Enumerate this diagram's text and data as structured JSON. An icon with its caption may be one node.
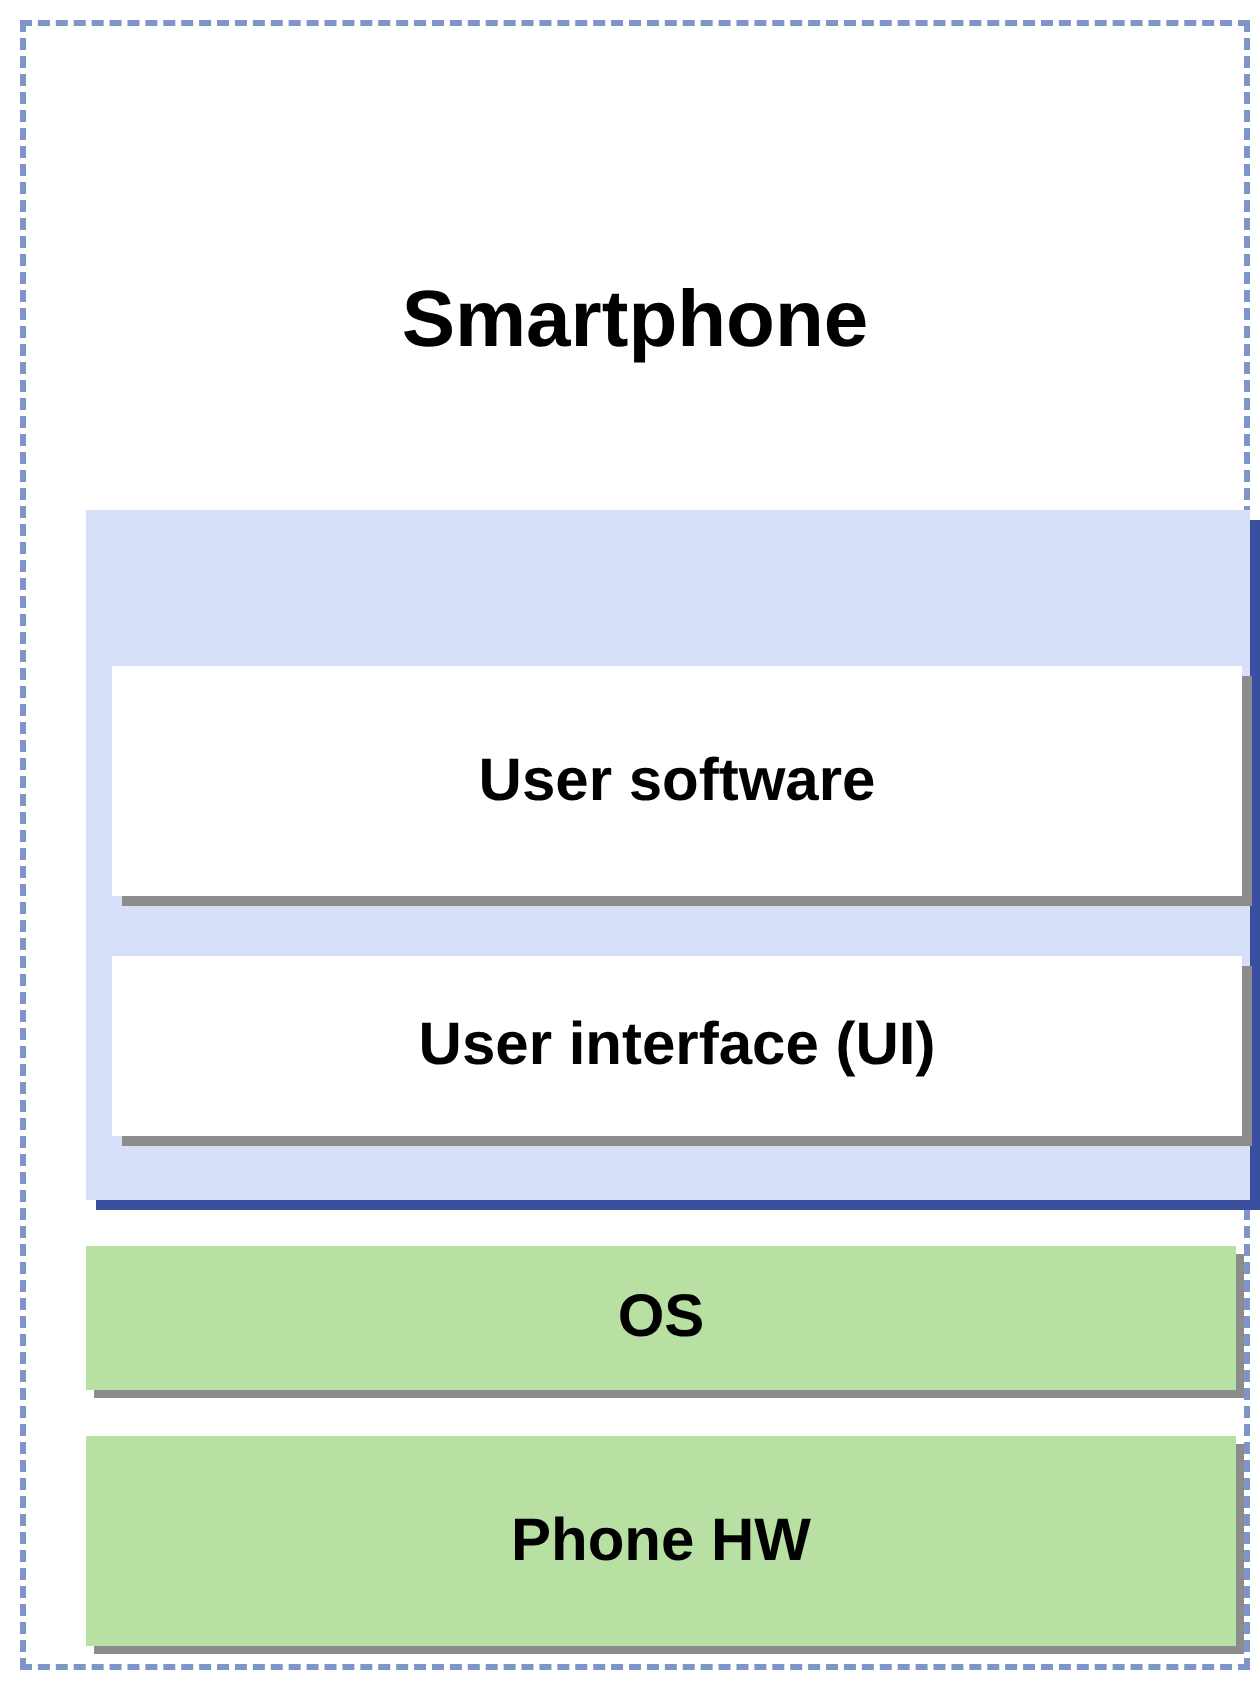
{
  "diagram": {
    "nodes": [
      {
        "text": [
          "Smartphone"
        ]
      },
      {
        "text": [],
        "shape": "box",
        "in": 0
      },
      {
        "text": [
          "User software"
        ],
        "in": 1
      },
      {
        "text": [
          "User interface (UI)"
        ],
        "in": 1
      },
      {
        "text": [
          "OS"
        ],
        "in": 0
      },
      {
        "text": [
          "Phone HW"
        ],
        "in": 0
      }
    ]
  }
}
